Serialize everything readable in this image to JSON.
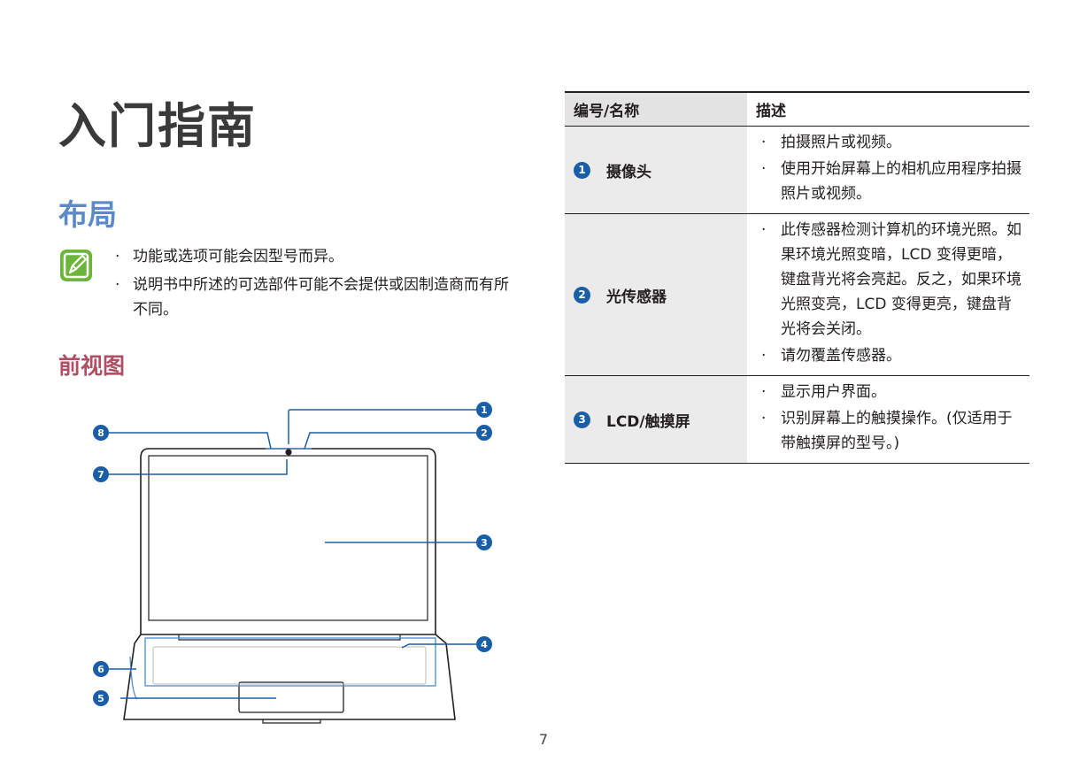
{
  "page": {
    "title": "入门指南",
    "section": "布局",
    "subsection": "前视图",
    "page_number": "7"
  },
  "notes": [
    "功能或选项可能会因型号而异。",
    "说明书中所述的可选部件可能不会提供或因制造商而有所不同。"
  ],
  "table": {
    "header_name": "编号/名称",
    "header_desc": "描述",
    "rows": [
      {
        "num": "1",
        "name": "摄像头",
        "desc": [
          "拍摄照片或视频。",
          "使用开始屏幕上的相机应用程序拍摄照片或视频。"
        ]
      },
      {
        "num": "2",
        "name": "光传感器",
        "desc": [
          "此传感器检测计算机的环境光照。如果环境光照变暗，LCD 变得更暗，键盘背光将会亮起。反之，如果环境光照变亮，LCD 变得更亮，键盘背光将会关闭。",
          "请勿覆盖传感器。"
        ]
      },
      {
        "num": "3",
        "name": "LCD/触摸屏",
        "desc": [
          "显示用户界面。",
          "识别屏幕上的触摸操作。(仅适用于带触摸屏的型号。)"
        ]
      }
    ]
  },
  "laptop": {
    "callouts": [
      "1",
      "2",
      "3",
      "4",
      "5",
      "6",
      "7",
      "8"
    ]
  },
  "colors": {
    "section_blue": "#5b8ac6",
    "subsection_red": "#b04f63",
    "callout_blue": "#1a5ea8",
    "note_green": "#6ab53a"
  }
}
